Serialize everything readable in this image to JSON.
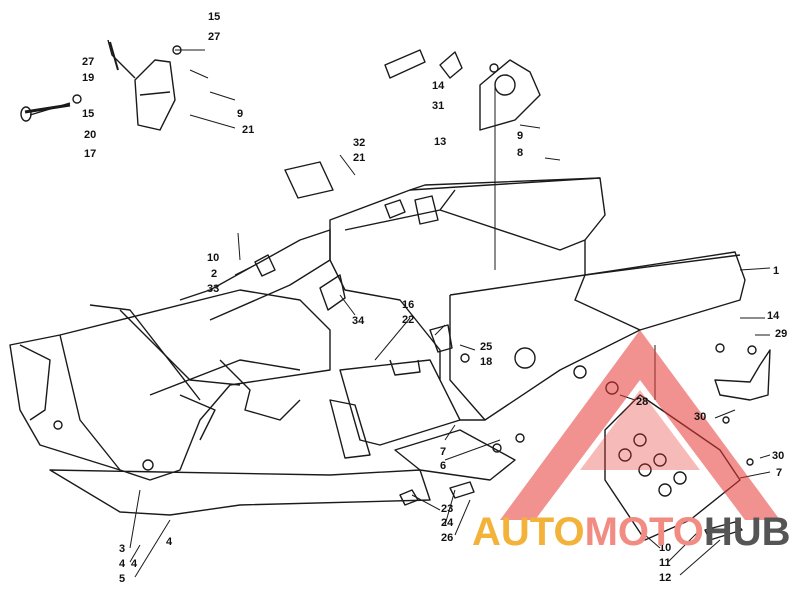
{
  "labels": {
    "l1": "1",
    "l2": "2",
    "l3": "3",
    "l4a": "4",
    "l4b": "4",
    "l5": "5",
    "l6": "6",
    "l7a": "7",
    "l7b": "7",
    "l8": "8",
    "l9a": "9",
    "l9b": "9",
    "l10a": "10",
    "l10b": "10",
    "l11": "11",
    "l12": "12",
    "l13": "13",
    "l14a": "14",
    "l14b": "14",
    "l15a": "15",
    "l15b": "15",
    "l16": "16",
    "l17": "17",
    "l18": "18",
    "l19": "19",
    "l20": "20",
    "l21a": "21",
    "l21b": "21",
    "l22": "22",
    "l23": "23",
    "l24": "24",
    "l25": "25",
    "l26": "26",
    "l27a": "27",
    "l27b": "27",
    "l28": "28",
    "l29": "29",
    "l30a": "30",
    "l30b": "30",
    "l31": "31",
    "l32": "32",
    "l33": "33",
    "l34": "34",
    "l4c": "4"
  },
  "watermark": {
    "part1": "AUTO",
    "part2": "MOTO",
    "part3": "HUB",
    "color_auto": "#f3b23a",
    "color_moto": "#f28b82",
    "color_hub": "#555555",
    "logo_color": "#e53935"
  },
  "line_color": "#1a1a1a"
}
